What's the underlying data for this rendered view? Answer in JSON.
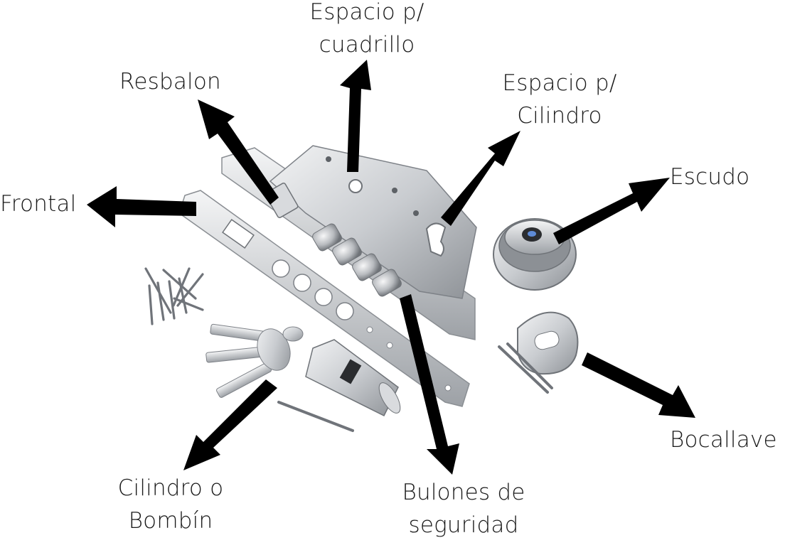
{
  "labels": {
    "espacio_cuadrillo": [
      "Espacio p/",
      "cuadrillo"
    ],
    "resbalon": "Resbalon",
    "espacio_cilindro": [
      "Espacio p/",
      "Cilindro"
    ],
    "escudo": "Escudo",
    "frontal": "Frontal",
    "bocallave": "Bocallave",
    "cilindro_bombin": [
      "Cilindro o",
      "Bombín"
    ],
    "bulones": [
      "Bulones de",
      "seguridad"
    ]
  },
  "colors": {
    "arrow": "#000000",
    "steel_light": "#e6e7e9",
    "steel_mid": "#b9bcc1",
    "steel_dark": "#7d8187",
    "text": "#1a1a1a"
  }
}
